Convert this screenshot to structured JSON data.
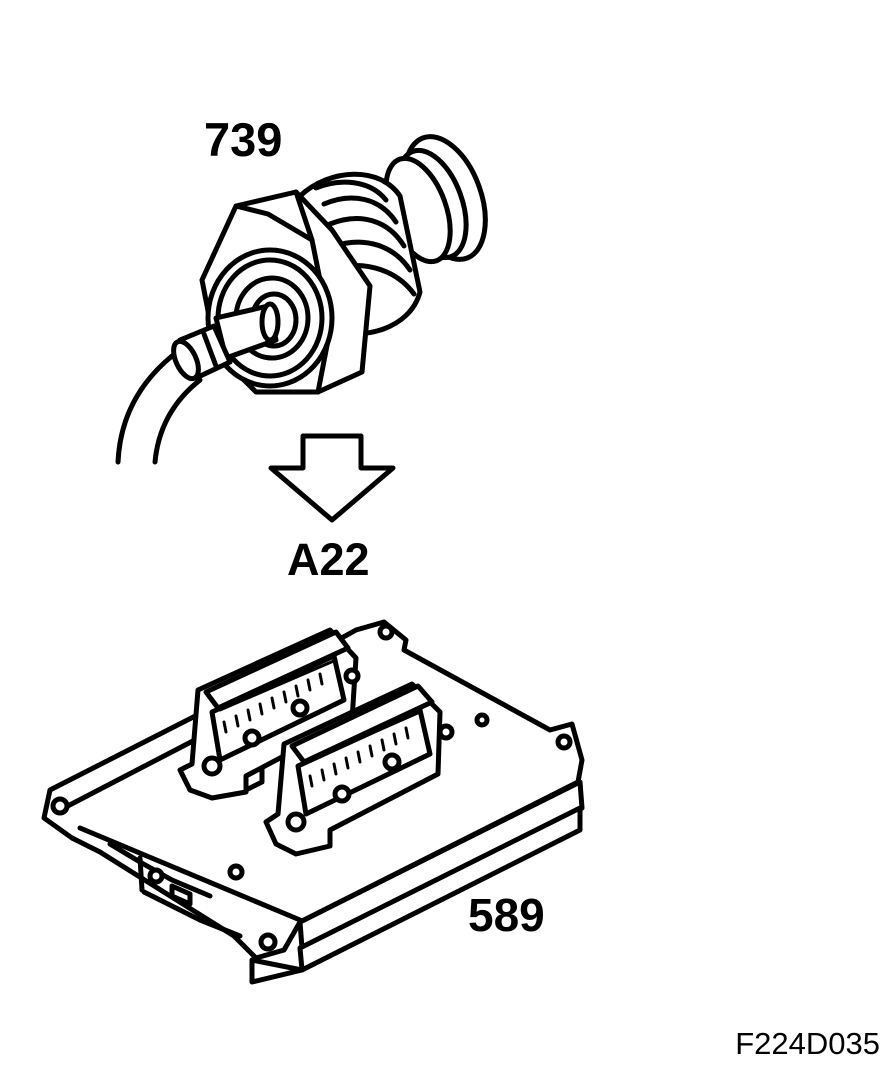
{
  "sensor": {
    "part_number": "739",
    "icon": "threaded-sensor-with-cable"
  },
  "arrow": {
    "icon": "down-arrow-outline"
  },
  "section_ref": "A22",
  "control_module": {
    "part_number": "589",
    "icon": "ecu-with-two-connectors"
  },
  "figure_id": "F224D035",
  "colors": {
    "line": "#000000",
    "background": "#ffffff"
  }
}
